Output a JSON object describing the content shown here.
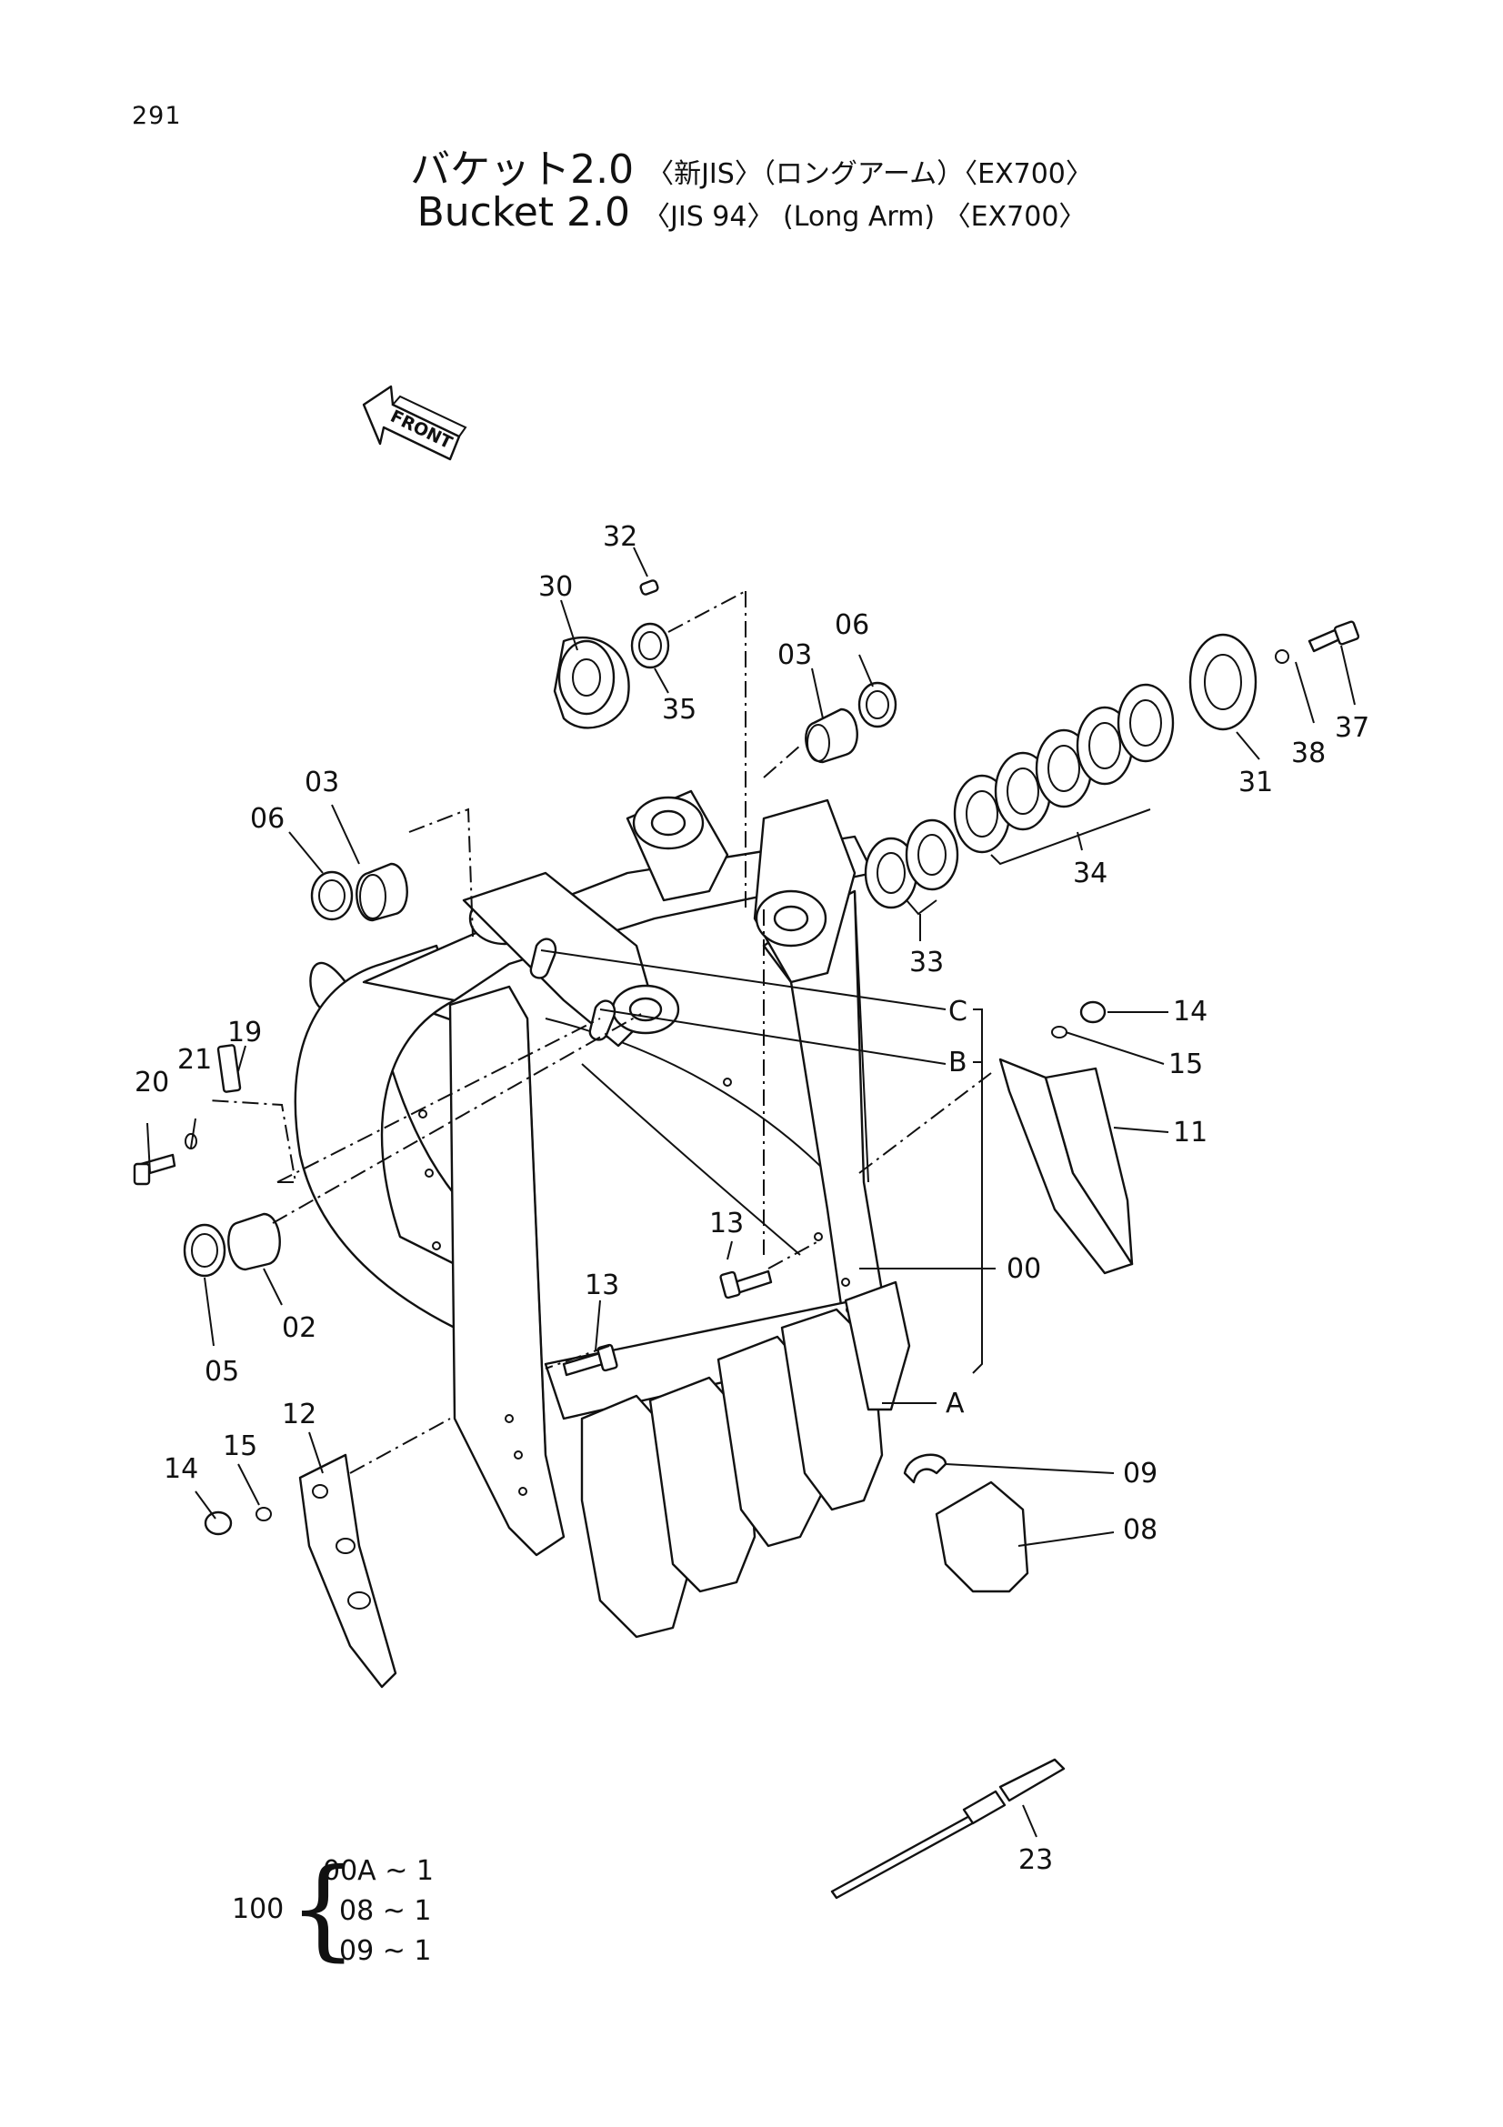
{
  "page_number": "291",
  "title": {
    "jp_main": "バケット2.0",
    "jp_tags": "〈新JIS〉（ロングアーム）〈EX700〉",
    "en_main": "Bucket  2.0",
    "en_tags": "〈JIS 94〉 (Long  Arm) 〈EX700〉"
  },
  "front_label": "FRONT",
  "callouts": {
    "c32": "32",
    "c30": "30",
    "c35": "35",
    "c03a": "03",
    "c06a": "06",
    "c03b": "03",
    "c06b": "06",
    "c33": "33",
    "c34": "34",
    "c31": "31",
    "c38": "38",
    "c37": "37",
    "c14a": "14",
    "c15a": "15",
    "c11": "11",
    "c_c": "C",
    "c_b": "B",
    "c19": "19",
    "c21": "21",
    "c20": "20",
    "c13a": "13",
    "c13b": "13",
    "c00": "00",
    "c02": "02",
    "c05": "05",
    "c_a": "A",
    "c12": "12",
    "c15b": "15",
    "c14b": "14",
    "c09": "09",
    "c08": "08",
    "c23": "23"
  },
  "kit": {
    "parent": "100",
    "items": [
      "00A ~ 1",
      "08 ~ 1",
      "09 ~ 1"
    ]
  }
}
